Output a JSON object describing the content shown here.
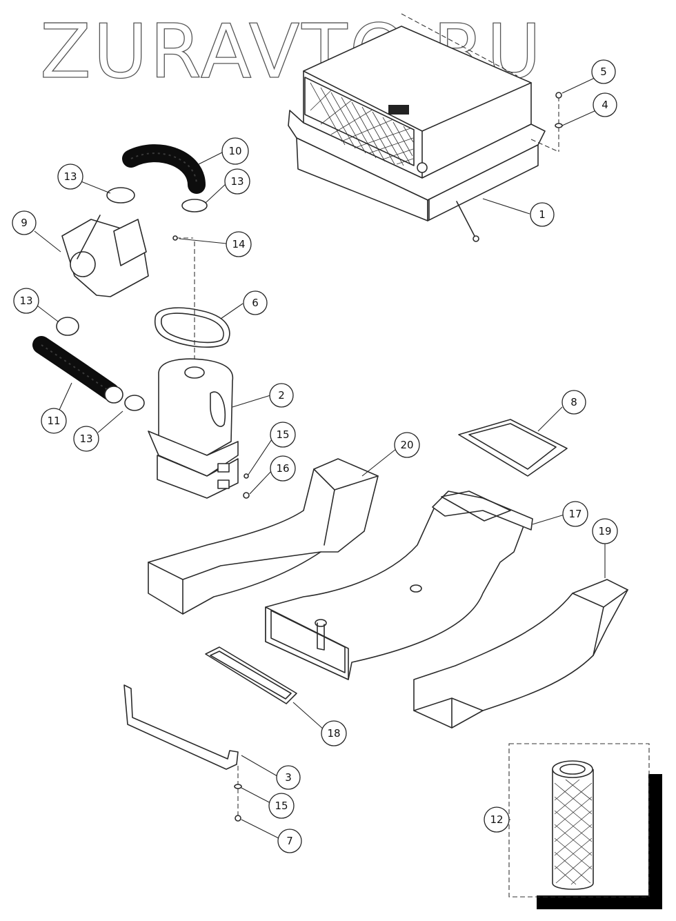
{
  "watermark": "ZURAVTO.RU",
  "callouts": [
    {
      "id": "1",
      "label": "1"
    },
    {
      "id": "2",
      "label": "2"
    },
    {
      "id": "3",
      "label": "3"
    },
    {
      "id": "4",
      "label": "4"
    },
    {
      "id": "5",
      "label": "5"
    },
    {
      "id": "6",
      "label": "6"
    },
    {
      "id": "7",
      "label": "7"
    },
    {
      "id": "8",
      "label": "8"
    },
    {
      "id": "9",
      "label": "9"
    },
    {
      "id": "10",
      "label": "10"
    },
    {
      "id": "11",
      "label": "11"
    },
    {
      "id": "12",
      "label": "12"
    },
    {
      "id": "13a",
      "label": "13"
    },
    {
      "id": "13b",
      "label": "13"
    },
    {
      "id": "13c",
      "label": "13"
    },
    {
      "id": "13d",
      "label": "13"
    },
    {
      "id": "14",
      "label": "14"
    },
    {
      "id": "15a",
      "label": "15"
    },
    {
      "id": "15b",
      "label": "15"
    },
    {
      "id": "16",
      "label": "16"
    },
    {
      "id": "17",
      "label": "17"
    },
    {
      "id": "18",
      "label": "18"
    },
    {
      "id": "19",
      "label": "19"
    },
    {
      "id": "20",
      "label": "20"
    }
  ],
  "colors": {
    "line": "#2a2a2a",
    "hose": "#0d0d0d",
    "background": "#ffffff"
  }
}
